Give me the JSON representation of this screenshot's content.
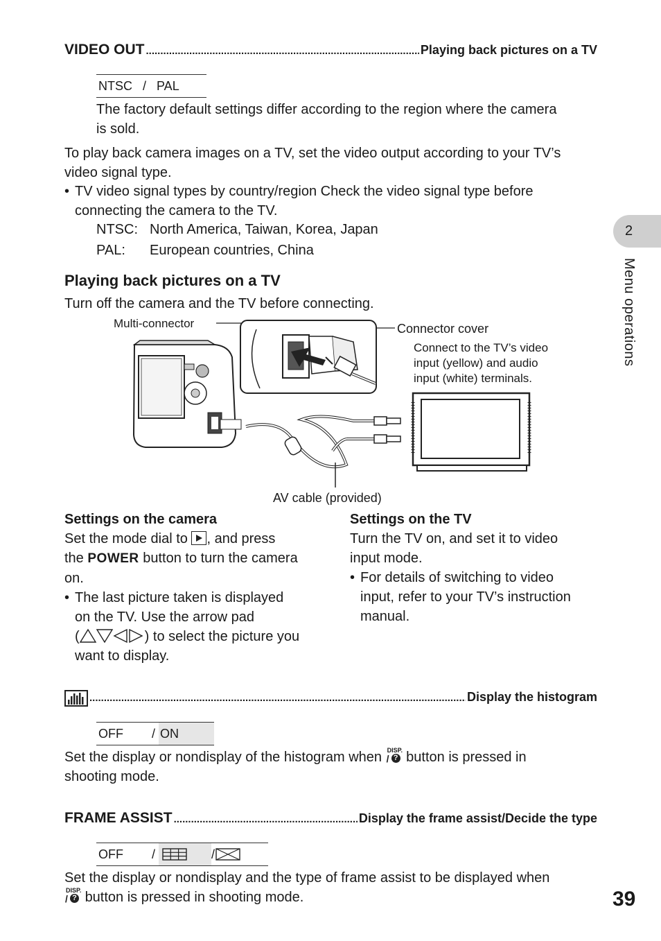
{
  "video_out": {
    "title": "VIDEO OUT",
    "description": "Playing back pictures on a TV",
    "options": [
      "NTSC",
      "PAL"
    ],
    "note_line1": "The factory default settings differ according to the region where the camera",
    "note_line2": "is sold.",
    "para_line1": "To play back camera images on a TV, set the video output according to your TV’s",
    "para_line2": "video signal type.",
    "bullet_line1": "TV video signal types by country/region Check the video signal type before",
    "bullet_line2": "connecting the camera to the TV.",
    "ntsc_label": "NTSC:",
    "ntsc_regions": "North America, Taiwan, Korea, Japan",
    "pal_label": "PAL:",
    "pal_regions": "European countries, China"
  },
  "playback_tv": {
    "heading": "Playing back pictures on a TV",
    "intro": "Turn off the camera and the TV before connecting.",
    "diagram": {
      "multi_connector": "Multi-connector",
      "connector_cover": "Connector cover",
      "connect_line1": "Connect to the TV’s video",
      "connect_line2": "input (yellow) and audio",
      "connect_line3": "input (white) terminals.",
      "av_cable": "AV cable (provided)"
    },
    "camera_settings": {
      "heading": "Settings on the camera",
      "line1_a": "Set the mode dial to",
      "line1_b": ", and press",
      "line2_a": "the",
      "power_word": "POWER",
      "line2_b": "button to turn the camera",
      "line3": "on.",
      "bullet_line1": "The last picture taken is displayed",
      "bullet_line2": "on the TV. Use the arrow pad",
      "bullet_line3_a": "(",
      "bullet_line3_b": ") to select the picture you",
      "bullet_line4": "want to display."
    },
    "tv_settings": {
      "heading": "Settings on the TV",
      "line1": "Turn the TV on, and set it to video",
      "line2": "input mode.",
      "bullet_line1": "For details of switching to video",
      "bullet_line2": "input, refer to your TV’s instruction",
      "bullet_line3": "manual."
    }
  },
  "histogram": {
    "icon": "histogram-icon",
    "description": "Display the histogram",
    "option_off": "OFF",
    "option_on": "ON",
    "para_line1_a": "Set the display or nondisplay of the histogram when",
    "para_line1_b": "button is pressed in",
    "para_line2": "shooting mode."
  },
  "frame_assist": {
    "title": "FRAME ASSIST",
    "description": "Display the frame assist/Decide the type",
    "option_off": "OFF",
    "para_line1": "Set the display or nondisplay and the type of frame assist to be displayed when",
    "para_line2": "button is pressed in shooting mode."
  },
  "sidebar": {
    "chapter_number": "2",
    "chapter_label": "Menu operations"
  },
  "page_number": "39",
  "disp_icon_text": "DISP."
}
